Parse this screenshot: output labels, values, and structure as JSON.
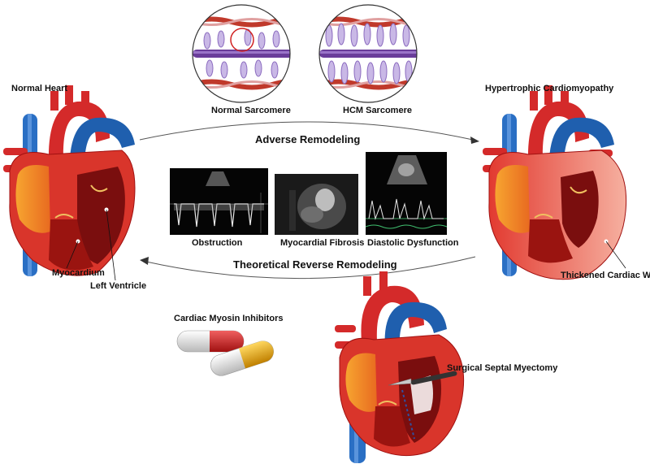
{
  "labels": {
    "normal_sarcomere": "Normal Sarcomere",
    "hcm_sarcomere": "HCM Sarcomere",
    "normal_heart": "Normal Heart",
    "hcm_heart": "Hypertrophic Cardiomyopathy",
    "adverse": "Adverse Remodeling",
    "reverse": "Theoretical Reverse Remodeling",
    "obstruction": "Obstruction",
    "fibrosis": "Myocardial Fibrosis",
    "diastolic": "Diastolic Dysfunction",
    "myocardium": "Myocardium",
    "left_ventricle": "Left Ventricle",
    "thickened_wall": "Thickened Cardiac Wall",
    "myosin_inhibitors": "Cardiac Myosin Inhibitors",
    "myectomy": "Surgical Septal Myectomy"
  },
  "colors": {
    "actin": "#c0392b",
    "myosin": "#6a3d9a",
    "myocardium": "#d9352b",
    "aorta": "#1f5fae",
    "ventricle_fill": "#7a0e0e",
    "capsule_red": "#d42a2a",
    "capsule_yellow": "#e8b020"
  }
}
